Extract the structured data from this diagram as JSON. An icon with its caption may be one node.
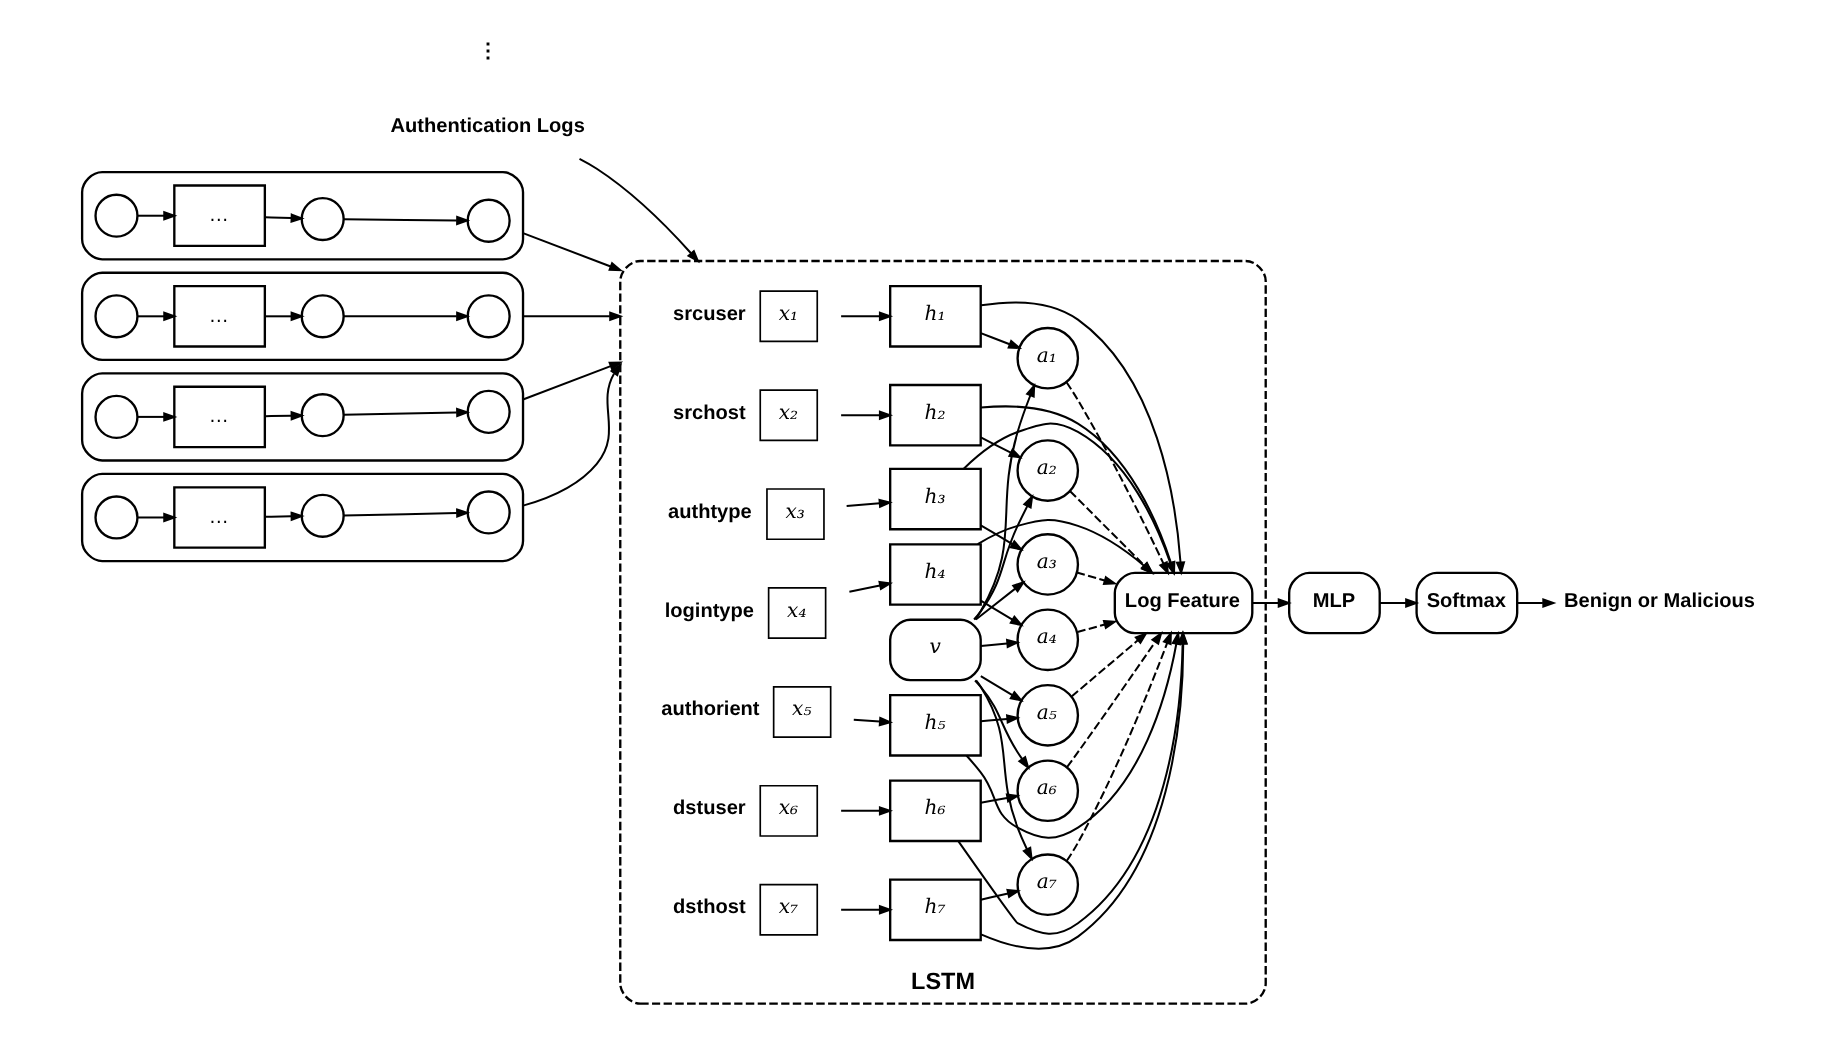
{
  "diagram": {
    "nodes": [
      {
        "text": [
          "Authentication Logs"
        ]
      },
      {
        "text": [],
        "shape": "box"
      },
      {
        "text": [],
        "shape": "circle",
        "in": 1
      },
      {
        "text": [
          "…"
        ],
        "in": 1
      },
      {
        "text": [],
        "shape": "circle",
        "in": 1
      },
      {
        "text": [],
        "shape": "circle",
        "in": 1
      },
      {
        "text": [],
        "shape": "box"
      },
      {
        "text": [],
        "shape": "circle",
        "in": 6
      },
      {
        "text": [
          "…"
        ],
        "in": 6
      },
      {
        "text": [],
        "shape": "circle",
        "in": 6
      },
      {
        "text": [],
        "shape": "circle",
        "in": 6
      },
      {
        "text": [],
        "shape": "box"
      },
      {
        "text": [],
        "shape": "circle",
        "in": 11
      },
      {
        "text": [
          "…"
        ],
        "in": 11
      },
      {
        "text": [],
        "shape": "circle",
        "in": 11
      },
      {
        "text": [],
        "shape": "circle",
        "in": 11
      },
      {
        "text": [],
        "shape": "box"
      },
      {
        "text": [],
        "shape": "circle",
        "in": 16
      },
      {
        "text": [
          "…"
        ],
        "in": 16
      },
      {
        "text": [],
        "shape": "circle",
        "in": 16
      },
      {
        "text": [],
        "shape": "circle",
        "in": 16
      },
      {
        "text": [
          "LSTM"
        ]
      },
      {
        "text": [
          "x₁"
        ],
        "beside": [
          "srcuser"
        ],
        "in": 21
      },
      {
        "text": [
          "h₁"
        ],
        "in": 21
      },
      {
        "text": [
          "a₁"
        ],
        "in": 21
      },
      {
        "text": [
          "x₂"
        ],
        "beside": [
          "srchost"
        ],
        "in": 21
      },
      {
        "text": [
          "h₂"
        ],
        "in": 21
      },
      {
        "text": [
          "a₂"
        ],
        "in": 21
      },
      {
        "text": [
          "x₃"
        ],
        "beside": [
          "authtype"
        ],
        "in": 21
      },
      {
        "text": [
          "h₃"
        ],
        "in": 21
      },
      {
        "text": [
          "a₃"
        ],
        "in": 21
      },
      {
        "text": [
          "x₄"
        ],
        "beside": [
          "logintype"
        ],
        "in": 21
      },
      {
        "text": [
          "h₄"
        ],
        "in": 21
      },
      {
        "text": [
          "a₄"
        ],
        "in": 21
      },
      {
        "text": [
          "x₅"
        ],
        "beside": [
          "authorient"
        ],
        "in": 21
      },
      {
        "text": [
          "h₅"
        ],
        "in": 21
      },
      {
        "text": [
          "a₅"
        ],
        "in": 21
      },
      {
        "text": [
          "x₆"
        ],
        "beside": [
          "dstuser"
        ],
        "in": 21
      },
      {
        "text": [
          "h₆"
        ],
        "in": 21
      },
      {
        "text": [
          "a₆"
        ],
        "in": 21
      },
      {
        "text": [
          "x₇"
        ],
        "beside": [
          "dsthost"
        ],
        "in": 21
      },
      {
        "text": [
          "h₇"
        ],
        "in": 21
      },
      {
        "text": [
          "a₇"
        ],
        "in": 21
      },
      {
        "text": [
          "Log Feature"
        ],
        "in": 21
      },
      {
        "text": [
          "v"
        ],
        "in": 21
      },
      {
        "text": [
          "MLP"
        ]
      },
      {
        "text": [
          "Softmax"
        ]
      },
      {
        "text": [
          "Benign or Malicious"
        ]
      }
    ],
    "edges": [
      {
        "from": 2,
        "to": 3,
        "arrow": "to"
      },
      {
        "from": 3,
        "to": 4,
        "arrow": "to"
      },
      {
        "from": 4,
        "to": 5,
        "arrow": "to"
      },
      {
        "from": 7,
        "to": 8,
        "arrow": "to"
      },
      {
        "from": 8,
        "to": 9,
        "arrow": "to"
      },
      {
        "from": 9,
        "to": 10,
        "arrow": "to"
      },
      {
        "from": 12,
        "to": 13,
        "arrow": "to"
      },
      {
        "from": 13,
        "to": 14,
        "arrow": "to"
      },
      {
        "from": 14,
        "to": 15,
        "arrow": "to"
      },
      {
        "from": 17,
        "to": 18,
        "arrow": "to"
      },
      {
        "from": 18,
        "to": 19,
        "arrow": "to"
      },
      {
        "from": 19,
        "to": 20,
        "arrow": "to"
      },
      {
        "from": 1,
        "to": 21,
        "arrow": "to"
      },
      {
        "from": 6,
        "to": 21,
        "arrow": "to"
      },
      {
        "from": 0,
        "to": 21,
        "arrow": "to"
      },
      {
        "from": 11,
        "to": 21,
        "arrow": "to"
      },
      {
        "from": 16,
        "to": 21,
        "arrow": "to"
      },
      {
        "from": 22,
        "to": 23,
        "arrow": "to"
      },
      {
        "from": 25,
        "to": 26,
        "arrow": "to"
      },
      {
        "from": 28,
        "to": 29,
        "arrow": "to"
      },
      {
        "from": 31,
        "to": 32,
        "arrow": "to"
      },
      {
        "from": 34,
        "to": 35,
        "arrow": "to"
      },
      {
        "from": 37,
        "to": 38,
        "arrow": "to"
      },
      {
        "from": 40,
        "to": 41,
        "arrow": "to"
      },
      {
        "from": 23,
        "to": 24,
        "arrow": "to"
      },
      {
        "from": 26,
        "to": 27,
        "arrow": "to"
      },
      {
        "from": 29,
        "to": 30,
        "arrow": "to"
      },
      {
        "from": 32,
        "to": 33,
        "arrow": "to"
      },
      {
        "from": 35,
        "to": 36,
        "arrow": "to"
      },
      {
        "from": 38,
        "to": 39,
        "arrow": "to"
      },
      {
        "from": 41,
        "to": 42,
        "arrow": "to"
      },
      {
        "from": 44,
        "to": 24,
        "arrow": "to"
      },
      {
        "from": 44,
        "to": 27,
        "arrow": "to"
      },
      {
        "from": 44,
        "to": 30,
        "arrow": "to"
      },
      {
        "from": 44,
        "to": 33,
        "arrow": "to"
      },
      {
        "from": 44,
        "to": 36,
        "arrow": "to"
      },
      {
        "from": 44,
        "to": 39,
        "arrow": "to"
      },
      {
        "from": 44,
        "to": 42,
        "arrow": "to"
      },
      {
        "from": 23,
        "to": 43,
        "arrow": "to"
      },
      {
        "from": 26,
        "to": 43,
        "arrow": "to"
      },
      {
        "from": 29,
        "to": 43,
        "arrow": "to"
      },
      {
        "from": 32,
        "to": 43,
        "arrow": "to"
      },
      {
        "from": 35,
        "to": 43,
        "arrow": "to"
      },
      {
        "from": 38,
        "to": 43,
        "arrow": "to"
      },
      {
        "from": 41,
        "to": 43,
        "arrow": "to"
      },
      {
        "from": 24,
        "to": 43,
        "arrow": "to",
        "style": "dashed"
      },
      {
        "from": 27,
        "to": 43,
        "arrow": "to",
        "style": "dashed"
      },
      {
        "from": 30,
        "to": 43,
        "arrow": "to",
        "style": "dashed"
      },
      {
        "from": 33,
        "to": 43,
        "arrow": "to",
        "style": "dashed"
      },
      {
        "from": 36,
        "to": 43,
        "arrow": "to",
        "style": "dashed"
      },
      {
        "from": 39,
        "to": 43,
        "arrow": "to",
        "style": "dashed"
      },
      {
        "from": 42,
        "to": 43,
        "arrow": "to",
        "style": "dashed"
      },
      {
        "from": 43,
        "to": 45,
        "arrow": "to"
      },
      {
        "from": 45,
        "to": 46,
        "arrow": "to"
      },
      {
        "from": 46,
        "to": 47,
        "arrow": "to"
      }
    ],
    "labels": [
      "⋮"
    ]
  }
}
